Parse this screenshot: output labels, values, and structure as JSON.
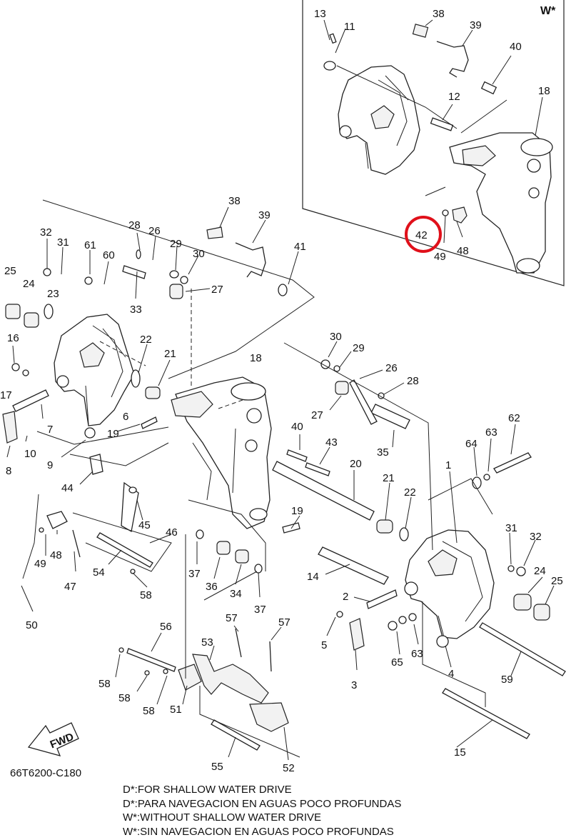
{
  "inset": {
    "mark": "W*",
    "labels": [
      "13",
      "11",
      "38",
      "39",
      "40",
      "12",
      "18",
      "42",
      "49",
      "48"
    ],
    "highlight_label": "42",
    "highlight_color": "#e0101a"
  },
  "main": {
    "labels": [
      "38",
      "39",
      "41",
      "32",
      "31",
      "61",
      "60",
      "28",
      "26",
      "29",
      "30",
      "27",
      "25",
      "24",
      "23",
      "33",
      "22",
      "21",
      "16",
      "17",
      "7",
      "8",
      "10",
      "9",
      "6",
      "19",
      "18",
      "30",
      "29",
      "26",
      "28",
      "27",
      "35",
      "40",
      "43",
      "20",
      "21",
      "22",
      "19",
      "44",
      "45",
      "46",
      "47",
      "48",
      "49",
      "50",
      "54",
      "58",
      "36",
      "34",
      "37",
      "37",
      "14",
      "2",
      "5",
      "3",
      "65",
      "63",
      "64",
      "63",
      "62",
      "1",
      "31",
      "32",
      "24",
      "25",
      "4",
      "59",
      "15",
      "56",
      "57",
      "57",
      "53",
      "58",
      "58",
      "58",
      "51",
      "55",
      "52"
    ]
  },
  "fwd_label": "FWD",
  "drawing_code": "66T6200-C180",
  "notes": [
    "D*:FOR SHALLOW WATER DRIVE",
    "D*:PARA NAVEGACION EN AGUAS POCO PROFUNDAS",
    "W*:WITHOUT SHALLOW WATER DRIVE",
    "W*:SIN NAVEGACION EN AGUAS POCO PROFUNDAS"
  ]
}
